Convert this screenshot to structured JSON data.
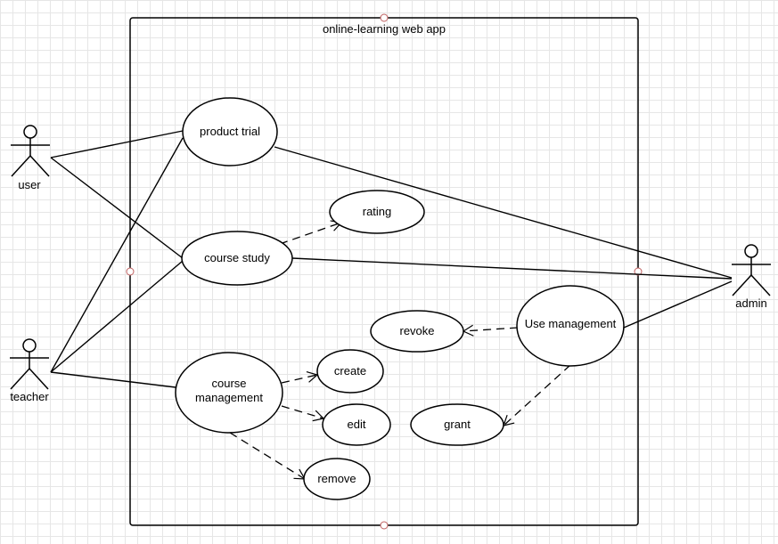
{
  "system": {
    "title": "online-learning web app"
  },
  "actors": {
    "user": "user",
    "teacher": "teacher",
    "admin": "admin"
  },
  "use_cases": {
    "product_trial": "product trial",
    "course_study": "course study",
    "rating": "rating",
    "course_management_line1": "course",
    "course_management_line2": "management",
    "create": "create",
    "edit": "edit",
    "remove": "remove",
    "use_management": "Use management",
    "revoke": "revoke",
    "grant": "grant"
  },
  "colors": {
    "stroke": "#000000",
    "fill": "#ffffff",
    "handle": "#c06060"
  }
}
